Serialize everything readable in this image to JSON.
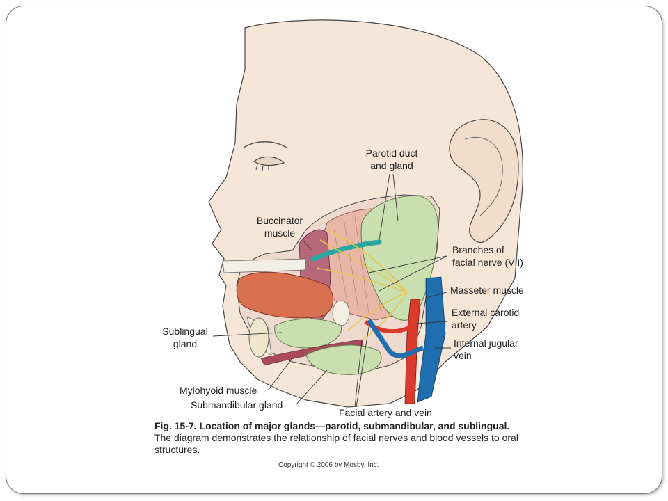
{
  "labels": {
    "parotid_duct_line1": "Parotid duct",
    "parotid_duct_line2": "and gland",
    "buccinator_line1": "Buccinator",
    "buccinator_line2": "muscle",
    "facial_nerve_line1": "Branches of",
    "facial_nerve_line2": "facial nerve (VII)",
    "masseter": "Masseter muscle",
    "ext_carotid_line1": "External carotid",
    "ext_carotid_line2": "artery",
    "int_jugular_line1": "Internal jugular",
    "int_jugular_line2": "vein",
    "sublingual_line1": "Sublingual",
    "sublingual_line2": "gland",
    "mylohyoid": "Mylohyoid muscle",
    "submandibular": "Submandibular gland",
    "facial_artery": "Facial artery and vein"
  },
  "caption": {
    "bold": "Fig. 15-7. Location of major glands—parotid, submandibular, and sublingual.",
    "text": "The diagram demonstrates the relationship of facial nerves and blood vessels to oral structures."
  },
  "copyright": "Copyright © 2006 by Mosby, Inc.",
  "colors": {
    "skin": "#f6e6d8",
    "gland": "#c9dfb0",
    "muscle": "#e8b7a8",
    "tongue": "#d9704f",
    "artery": "#d93a2b",
    "vein": "#1f6fb0",
    "duct": "#2aa7a0",
    "nerve": "#e7c44a"
  }
}
